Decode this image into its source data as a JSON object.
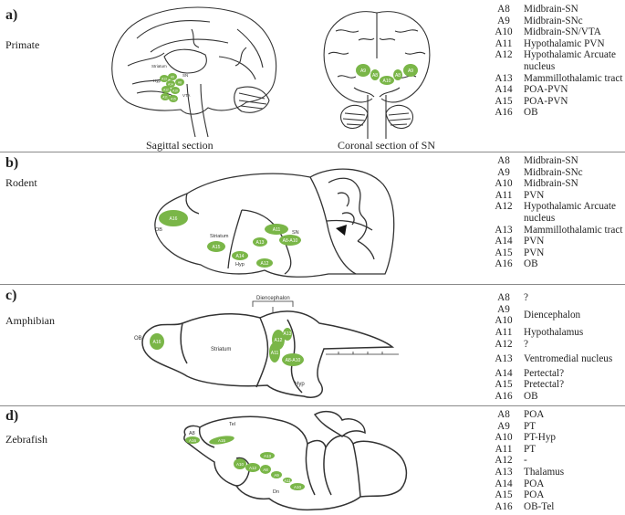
{
  "panels": {
    "a": {
      "label": "a)",
      "species": "Primate",
      "captions": {
        "sagittal": "Sagittal section",
        "coronal": "Coronal section of SN"
      },
      "diagram_labels": {
        "striatum": "Striatum",
        "hyp": "Hyp",
        "sn": "SN",
        "vta": "VTA",
        "a8": "A8",
        "a9": "A9",
        "a10": "A10",
        "a11": "A11",
        "a12": "A12",
        "a13": "A13",
        "a14": "A14",
        "a15": "A15",
        "a16": "A16"
      },
      "legend": [
        {
          "code": "A8",
          "desc": "Midbrain-SN"
        },
        {
          "code": "A9",
          "desc": "Midbrain-SNc"
        },
        {
          "code": "A10",
          "desc": "Midbrain-SN/VTA"
        },
        {
          "code": "A11",
          "desc": "Hypothalamic PVN"
        },
        {
          "code": "A12",
          "desc": "Hypothalamic Arcuate nucleus"
        },
        {
          "code": "A13",
          "desc": "Mammillothalamic tract"
        },
        {
          "code": "A14",
          "desc": "POA-PVN"
        },
        {
          "code": "A15",
          "desc": "POA-PVN"
        },
        {
          "code": "A16",
          "desc": "OB"
        }
      ]
    },
    "b": {
      "label": "b)",
      "species": "Rodent",
      "diagram_labels": {
        "ob": "OB",
        "striatum": "Striatum",
        "hyp": "Hyp",
        "sn": "SN",
        "a16": "A16",
        "a15": "A15",
        "a14": "A14",
        "a13": "A13",
        "a12": "A12",
        "a11": "A11",
        "a8a10": "A8-A10"
      },
      "legend": [
        {
          "code": "A8",
          "desc": "Midbrain-SN"
        },
        {
          "code": "A9",
          "desc": "Midbrain-SNc"
        },
        {
          "code": "A10",
          "desc": "Midbrain-SN"
        },
        {
          "code": "A11",
          "desc": "PVN"
        },
        {
          "code": "A12",
          "desc": "Hypothalamic Arcuate nucleus"
        },
        {
          "code": "A13",
          "desc": "Mammillothalamic tract"
        },
        {
          "code": "A14",
          "desc": "PVN"
        },
        {
          "code": "A15",
          "desc": "PVN"
        },
        {
          "code": "A16",
          "desc": "OB"
        }
      ]
    },
    "c": {
      "label": "c)",
      "species": "Amphibian",
      "diagram_labels": {
        "diencephalon": "Diencephalon",
        "ob": "OB",
        "striatum": "Striatum",
        "hyp": "Hyp",
        "a16": "A16",
        "a11": "A11",
        "a12": "A12",
        "a13": "A13",
        "a8a10": "A8-A10"
      },
      "legend": [
        {
          "code": "A8",
          "desc": "?"
        },
        {
          "code": "A9",
          "desc": ""
        },
        {
          "code": "A10",
          "desc": "Diencephalon"
        },
        {
          "code": "A11",
          "desc": "Hypothalamus"
        },
        {
          "code": "A12",
          "desc": "?"
        },
        {
          "code": "A13",
          "desc": "Ventromedial nucleus"
        },
        {
          "code": "A14",
          "desc": "Pertectal?"
        },
        {
          "code": "A15",
          "desc": "Pretectal?"
        },
        {
          "code": "A16",
          "desc": "OB"
        }
      ]
    },
    "d": {
      "label": "d)",
      "species": "Zebrafish",
      "diagram_labels": {
        "tel": "Tel",
        "dn": "Dn",
        "a8": "A8",
        "a16": "A16",
        "a15": "A15",
        "a13": "A13",
        "a10": "A10",
        "a12": "A12",
        "a8b": "A8",
        "a9": "A9",
        "a11": "A11",
        "a10b": "A10"
      },
      "legend": [
        {
          "code": "A8",
          "desc": "POA"
        },
        {
          "code": "A9",
          "desc": "PT"
        },
        {
          "code": "A10",
          "desc": "PT-Hyp"
        },
        {
          "code": "A11",
          "desc": "PT"
        },
        {
          "code": "A12",
          "desc": "-"
        },
        {
          "code": "A13",
          "desc": "Thalamus"
        },
        {
          "code": "A14",
          "desc": "POA"
        },
        {
          "code": "A15",
          "desc": "POA"
        },
        {
          "code": "A16",
          "desc": "OB-Tel"
        }
      ]
    }
  },
  "colors": {
    "nucleus": "#7ab648",
    "outline": "#333333",
    "divider": "#8a8a8a"
  }
}
